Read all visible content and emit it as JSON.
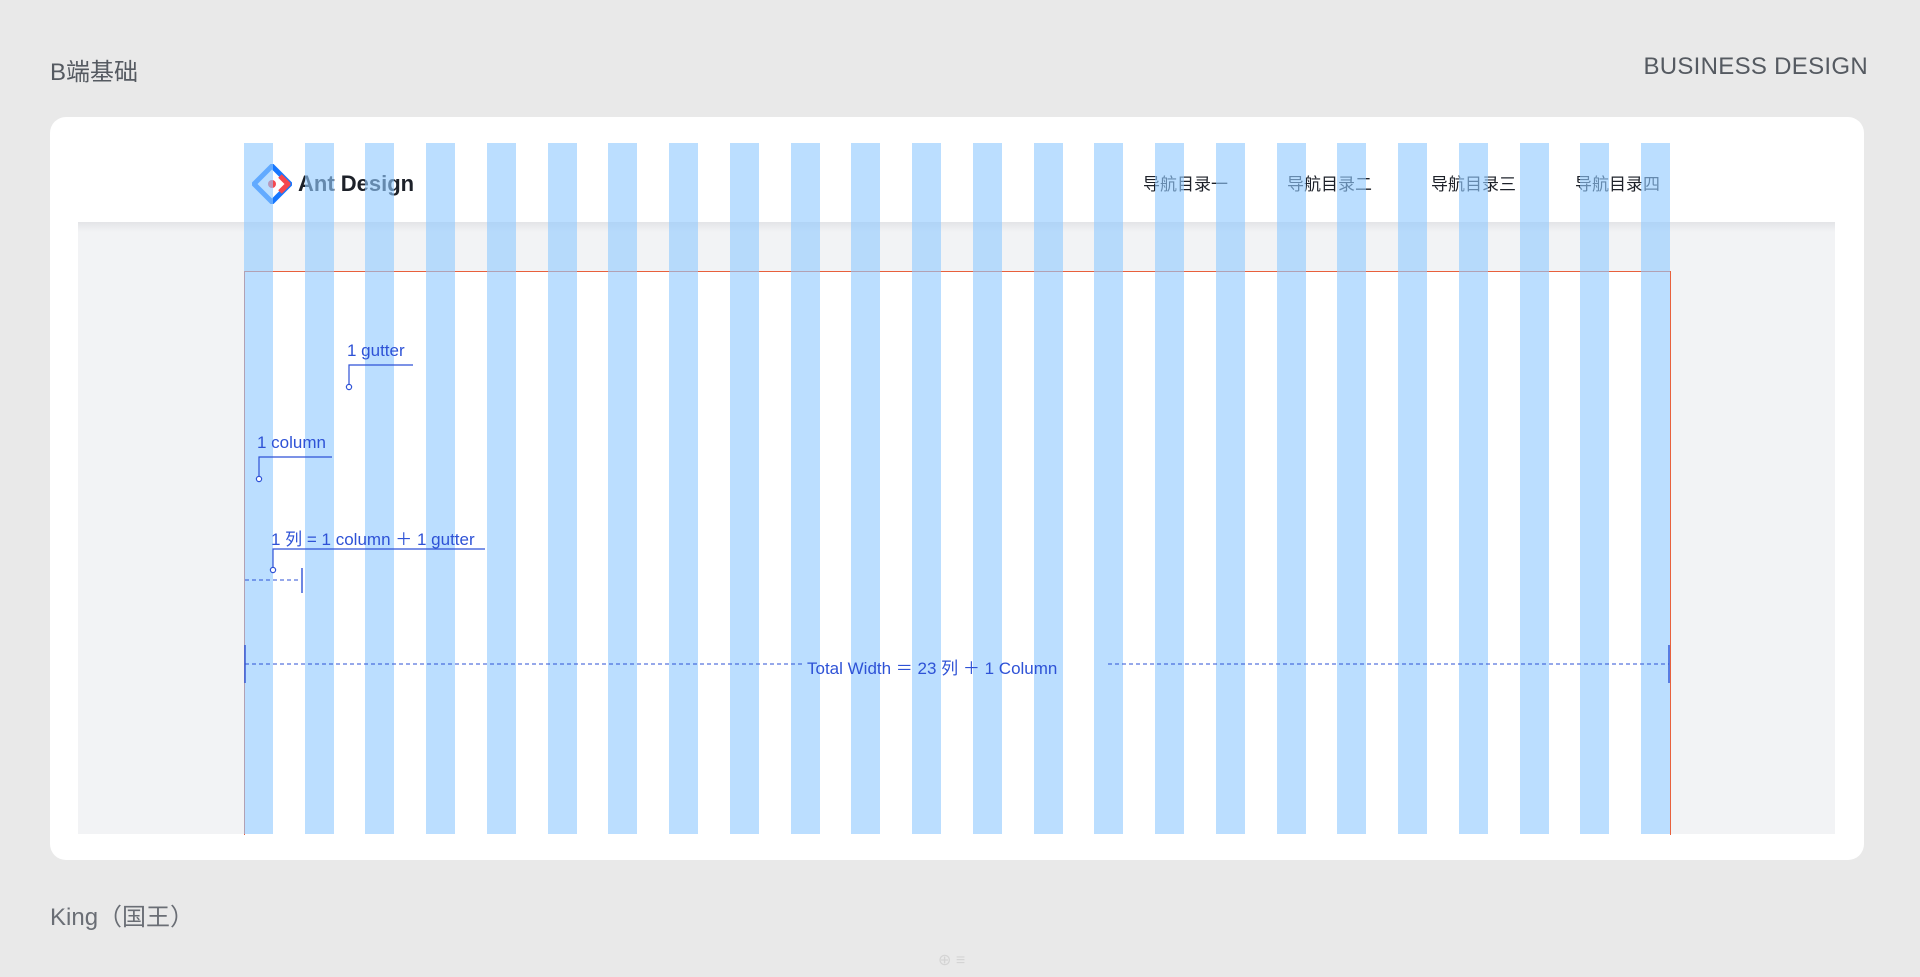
{
  "header": {
    "left": "B端基础",
    "right": "BUSINESS DESIGN"
  },
  "footer": {
    "left": "King（国王）",
    "mark": "⊕ ≡"
  },
  "brand": {
    "name": "Ant Design"
  },
  "nav": {
    "items": [
      "导航目录一",
      "导航目录二",
      "导航目录三",
      "导航目录四"
    ]
  },
  "grid": {
    "column_count": 24,
    "column_color": "#91caff",
    "boundary_color": "#e8603c"
  },
  "annotations": {
    "gutter": "1 gutter",
    "column": "1 column",
    "unit": "1 列 = 1 column ＋ 1 gutter",
    "total": "Total Width ＝ 23 列 ＋ 1 Column",
    "color": "#2e52d6"
  }
}
